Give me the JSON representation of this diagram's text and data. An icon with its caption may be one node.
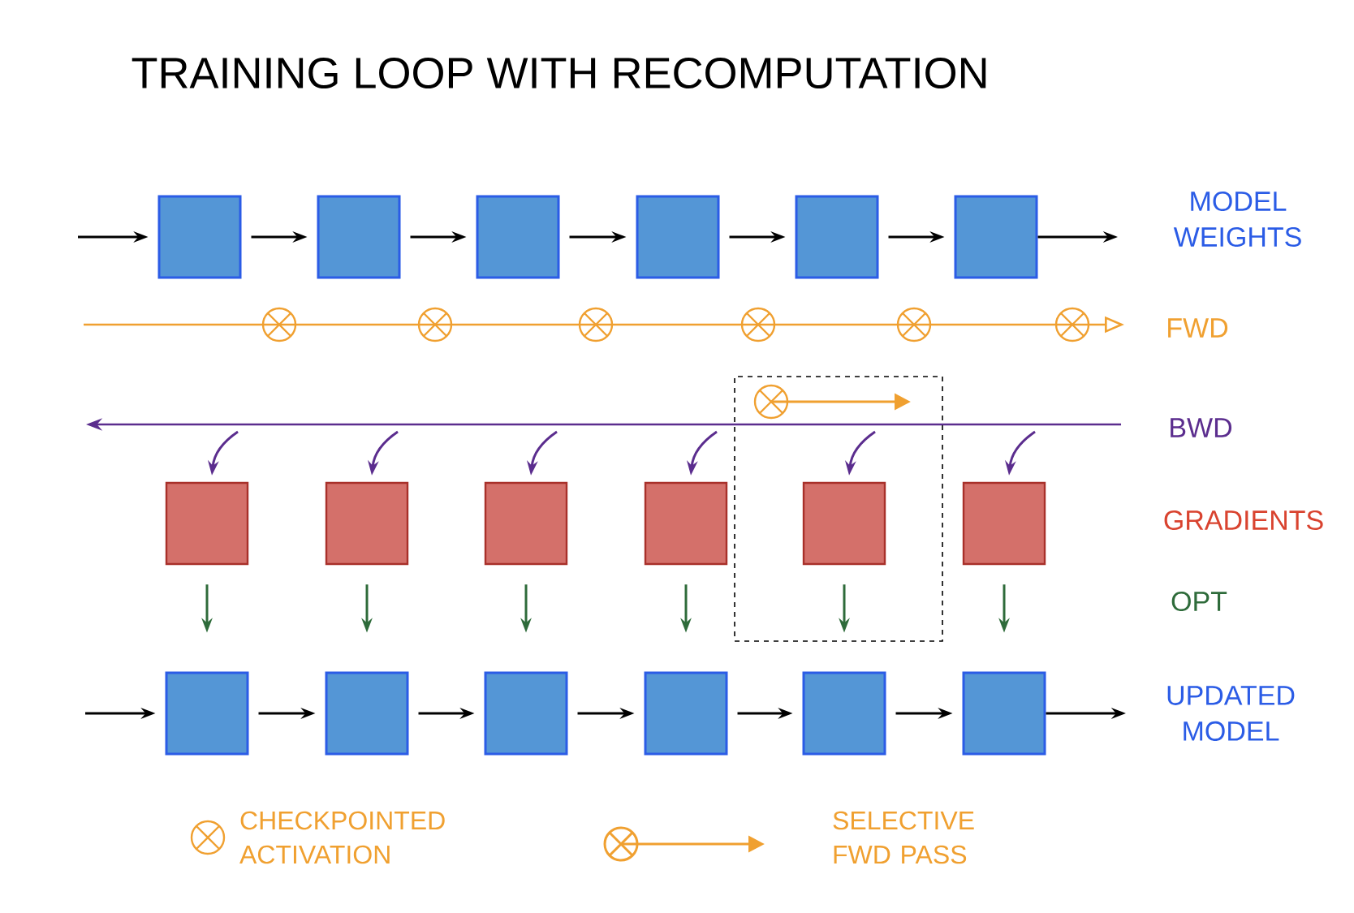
{
  "diagram": {
    "title": "TRAINING LOOP WITH RECOMPUTATION",
    "nodes": [
      {
        "text": [],
        "shape": "box"
      },
      {
        "text": [],
        "shape": "box"
      },
      {
        "text": [],
        "shape": "box"
      },
      {
        "text": [],
        "shape": "box"
      },
      {
        "text": [],
        "shape": "box"
      },
      {
        "text": [],
        "shape": "box"
      },
      {
        "text": [],
        "shape": "box"
      },
      {
        "text": [],
        "shape": "box"
      },
      {
        "text": [],
        "shape": "box"
      },
      {
        "text": [],
        "shape": "box"
      },
      {
        "text": [],
        "shape": "box"
      },
      {
        "text": [],
        "shape": "box",
        "in": 6
      },
      {
        "text": [],
        "shape": "box"
      },
      {
        "text": [],
        "shape": "box"
      },
      {
        "text": [],
        "shape": "box"
      },
      {
        "text": [],
        "shape": "box"
      },
      {
        "text": [],
        "shape": "box"
      },
      {
        "text": [],
        "shape": "box"
      },
      {
        "text": [],
        "shape": "box"
      }
    ],
    "edges": [
      {
        "from": null,
        "to": 0,
        "arrow": "to"
      },
      {
        "from": 0,
        "to": 1,
        "arrow": "to"
      },
      {
        "from": 1,
        "to": 2,
        "arrow": "to"
      },
      {
        "from": 2,
        "to": 3,
        "arrow": "to"
      },
      {
        "from": 3,
        "to": 4,
        "arrow": "to"
      },
      {
        "from": 4,
        "to": 5,
        "arrow": "to"
      },
      {
        "from": 5,
        "to": null,
        "arrow": "to"
      },
      {
        "from": null,
        "to": 7,
        "arrow": "to",
        "color": "#5b2d8e"
      },
      {
        "from": null,
        "to": 8,
        "arrow": "to",
        "color": "#5b2d8e"
      },
      {
        "from": null,
        "to": 9,
        "arrow": "to",
        "color": "#5b2d8e"
      },
      {
        "from": null,
        "to": 10,
        "arrow": "to",
        "color": "#5b2d8e"
      },
      {
        "from": null,
        "to": 11,
        "arrow": "to",
        "color": "#5b2d8e"
      },
      {
        "from": null,
        "to": 12,
        "arrow": "to",
        "color": "#5b2d8e"
      },
      {
        "from": 7,
        "to": 13,
        "arrow": "to",
        "color": "#2e6b3a"
      },
      {
        "from": 8,
        "to": 14,
        "arrow": "to",
        "color": "#2e6b3a"
      },
      {
        "from": 9,
        "to": 15,
        "arrow": "to",
        "color": "#2e6b3a"
      },
      {
        "from": 10,
        "to": 16,
        "arrow": "to",
        "color": "#2e6b3a"
      },
      {
        "from": 11,
        "to": 17,
        "arrow": "to",
        "color": "#2e6b3a"
      },
      {
        "from": 12,
        "to": 18,
        "arrow": "to",
        "color": "#2e6b3a"
      },
      {
        "from": null,
        "to": 13,
        "arrow": "to"
      },
      {
        "from": 13,
        "to": 14,
        "arrow": "to"
      },
      {
        "from": 14,
        "to": 15,
        "arrow": "to"
      },
      {
        "from": 15,
        "to": 16,
        "arrow": "to"
      },
      {
        "from": 16,
        "to": 17,
        "arrow": "to"
      },
      {
        "from": 17,
        "to": 18,
        "arrow": "to"
      },
      {
        "from": 18,
        "to": null,
        "arrow": "to"
      }
    ],
    "labels": [
      "MODEL WEIGHTS",
      "FWD",
      "BWD",
      "GRADIENTS",
      "OPT",
      "UPDATED MODEL"
    ],
    "legend": [
      {
        "text": "CHECKPOINTED ACTIVATION"
      },
      {
        "text": "SELECTIVE FWD PASS"
      }
    ]
  }
}
